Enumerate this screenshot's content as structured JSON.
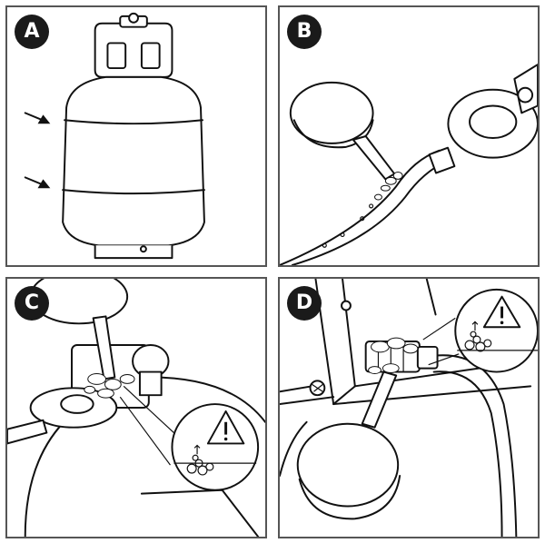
{
  "panels": [
    {
      "label": "A"
    },
    {
      "label": "B"
    },
    {
      "label": "C"
    },
    {
      "label": "D"
    }
  ],
  "colors": {
    "badge": "#1a1a1a",
    "border": "#555555",
    "line": "#111111",
    "background": "#ffffff"
  },
  "icons": [
    "arrow-icon",
    "warning-triangle-icon",
    "bubbles-icon",
    "propane-tank",
    "soap-brush",
    "gas-hose",
    "regulator"
  ]
}
